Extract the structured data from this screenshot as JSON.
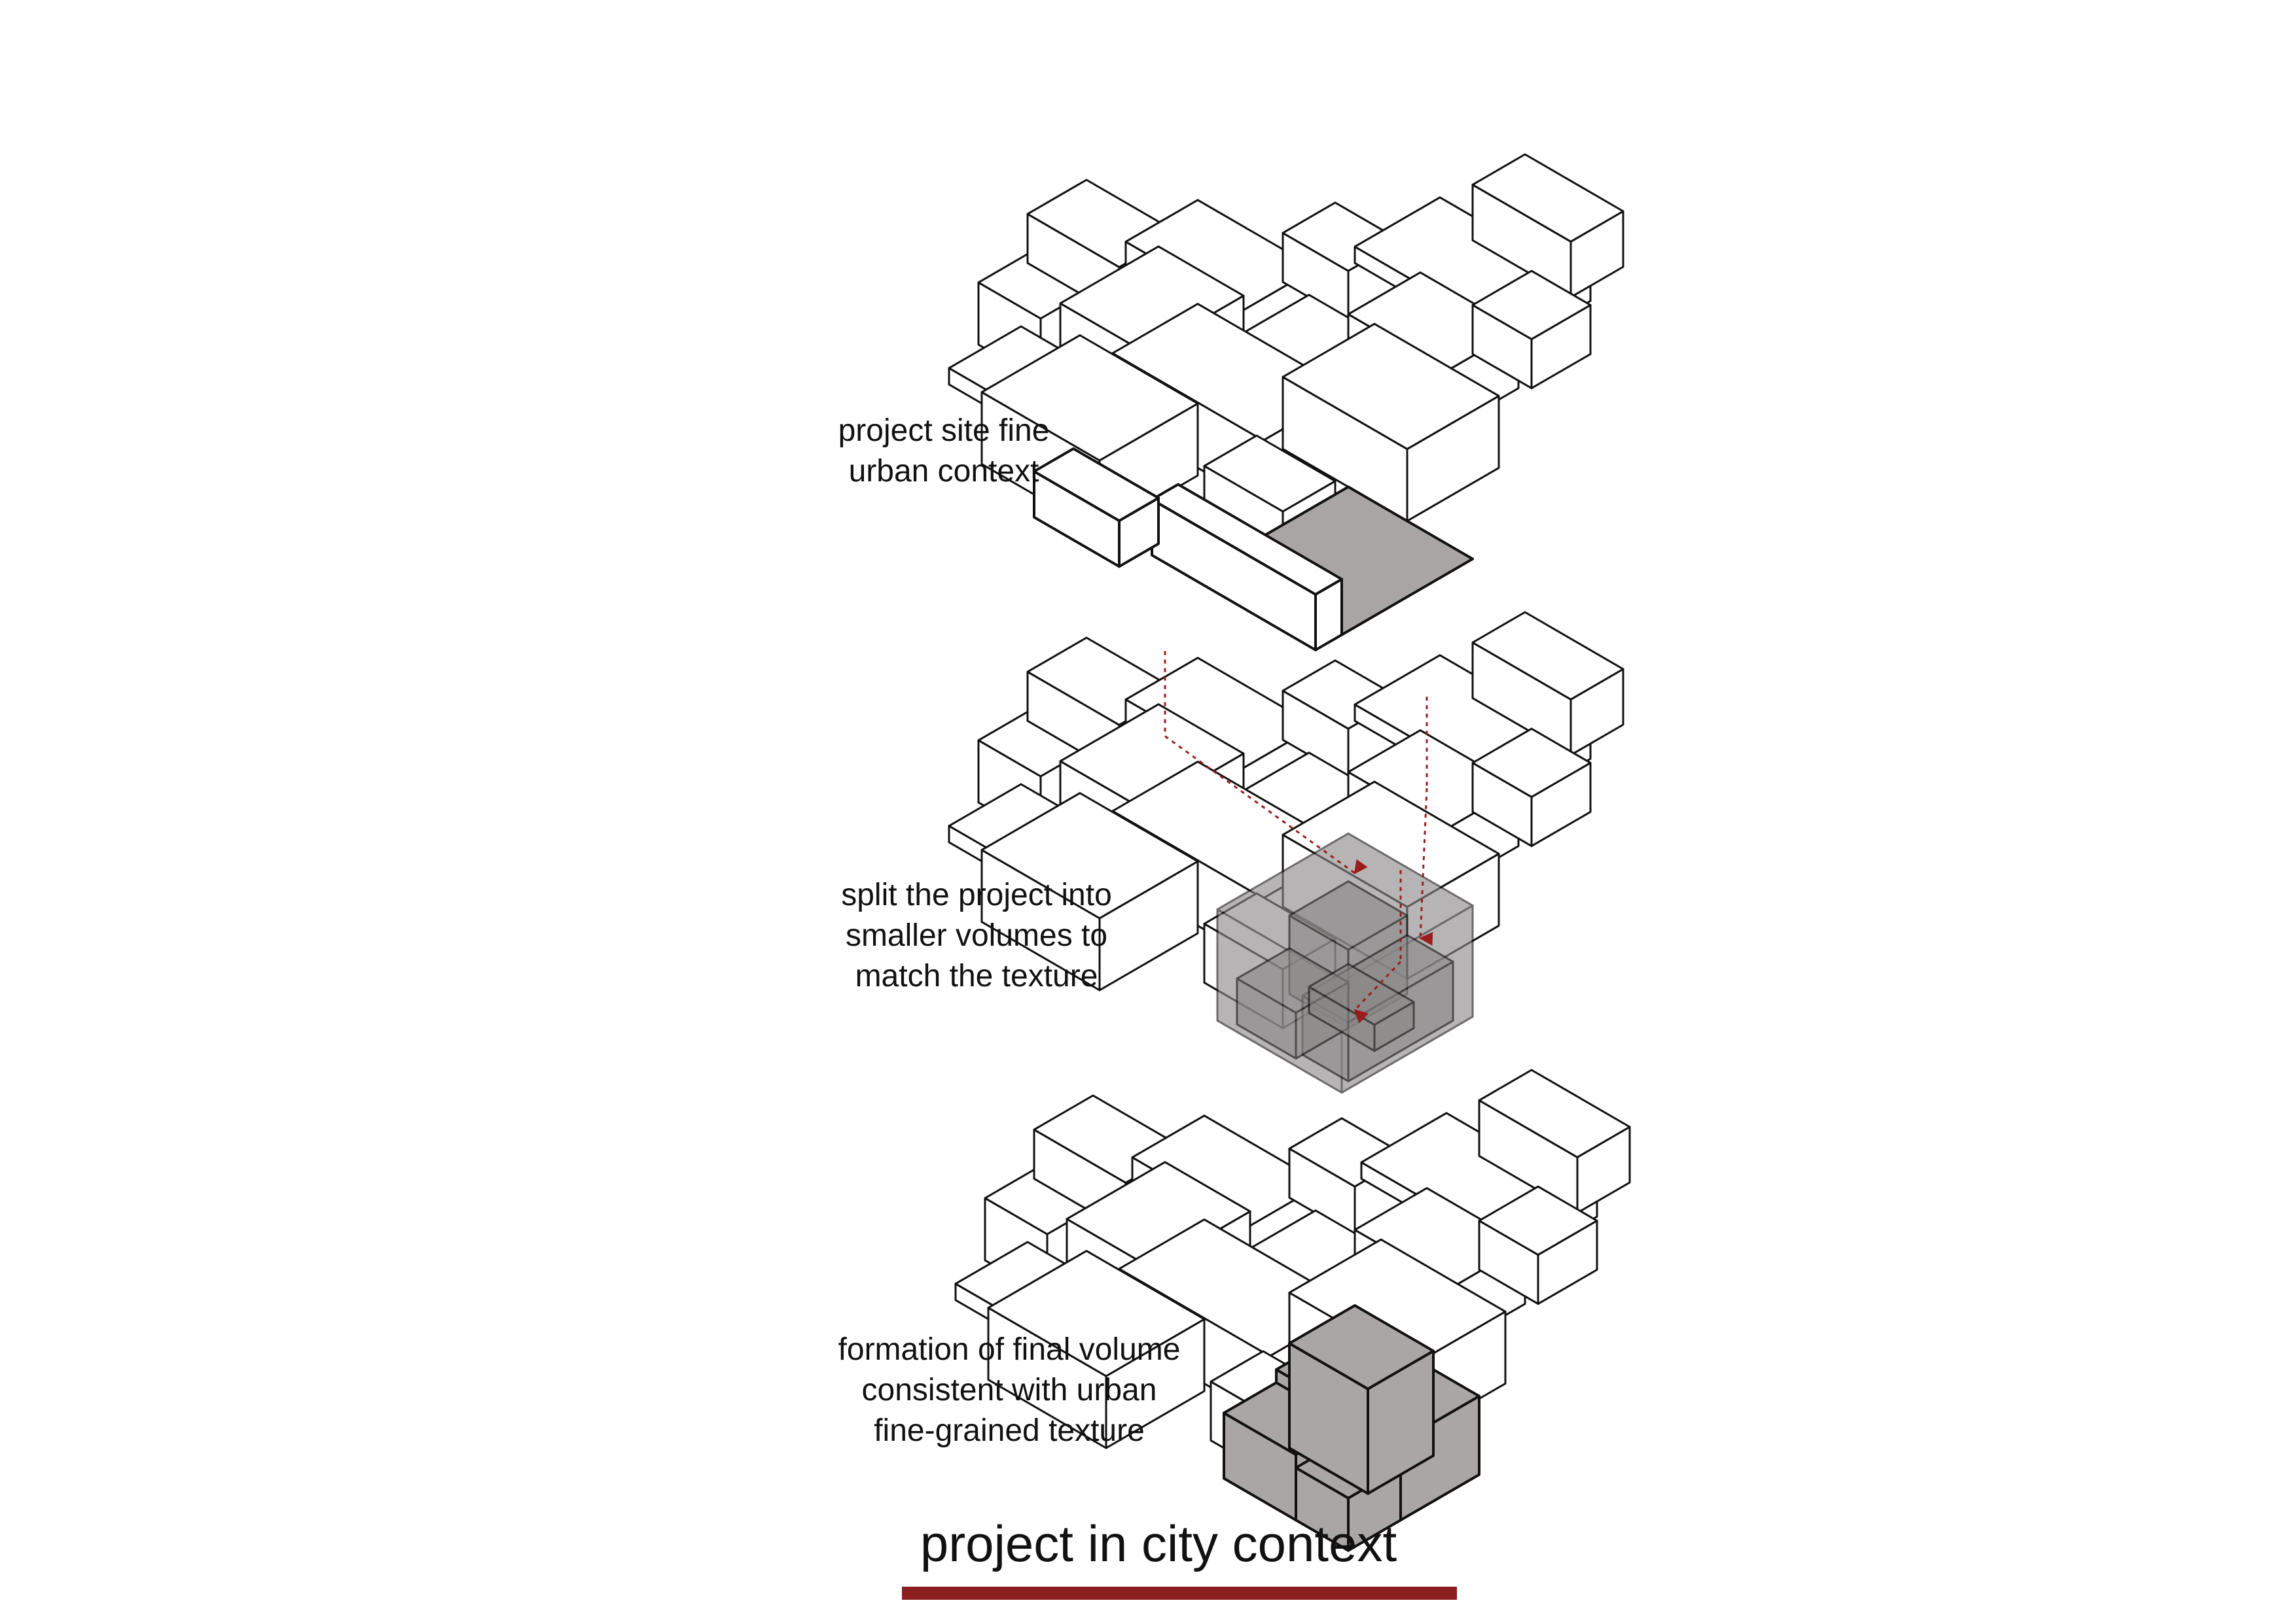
{
  "colors": {
    "line": "#111111",
    "site_fill": "#a9a5a5",
    "volume_fill": "#8a8787",
    "volume_fill_light": "#aaa6a6",
    "arrow": "#9b1c1c",
    "accent_rule": "#8b1f1f"
  },
  "steps": [
    {
      "lines": [
        "project site fine",
        "urban context"
      ]
    },
    {
      "lines": [
        "split the project into",
        "smaller volumes to",
        "match the texture"
      ]
    },
    {
      "lines": [
        "formation of final volume",
        "consistent with urban",
        "fine-grained texture"
      ]
    }
  ],
  "title": "project in city context"
}
